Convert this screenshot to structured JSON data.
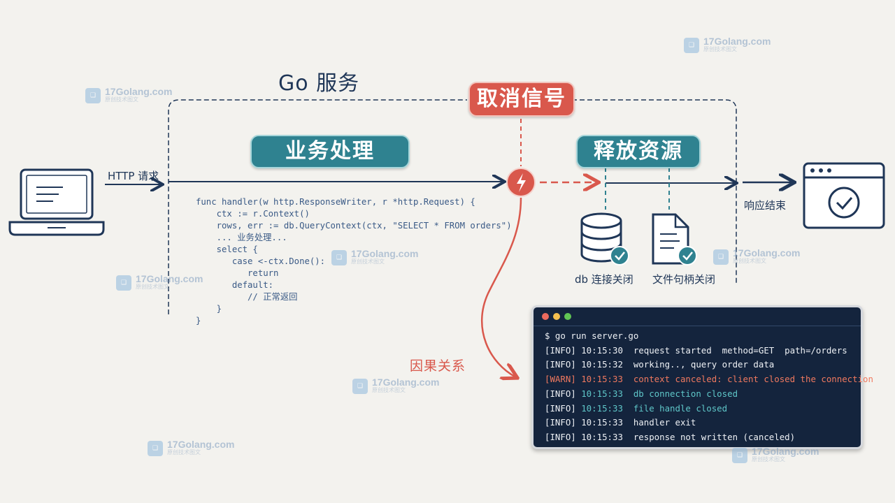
{
  "title": "Go 服务",
  "boxes": {
    "cancel_signal": "取消信号",
    "business": "业务处理",
    "release": "释放资源"
  },
  "labels": {
    "http_request": "HTTP 请求",
    "response_end": "响应结束",
    "db_closed": "db 连接关闭",
    "file_closed": "文件句柄关闭",
    "causality": "因果关系"
  },
  "code_lines": [
    "func handler(w http.ResponseWriter, r *http.Request) {",
    "    ctx := r.Context()",
    "    rows, err := db.QueryContext(ctx, \"SELECT * FROM orders\")",
    "    ... 业务处理...",
    "    select {",
    "       case <-ctx.Done():",
    "          return",
    "       default:",
    "          // 正常返回",
    "    }",
    "}"
  ],
  "terminal": {
    "prompt": "$ go run server.go",
    "logs": [
      {
        "level": "[INFO]",
        "time": "10:15:30",
        "msg": "request started  method=GET  path=/orders",
        "color": "#eef1f5",
        "tag_color": "#eef1f5"
      },
      {
        "level": "[INFO]",
        "time": "10:15:32",
        "msg": "working.., query order data",
        "color": "#eef1f5",
        "tag_color": "#eef1f5"
      },
      {
        "level": "[WARN]",
        "time": "10:15:33",
        "msg": "context canceled: client closed the connection",
        "color": "#f0795f",
        "tag_color": "#f0795f"
      },
      {
        "level": "[INFO]",
        "time": "10:15:33",
        "msg": "db connection closed",
        "color": "#5fc7c9",
        "tag_color": "#5fc7c9"
      },
      {
        "level": "[INFO]",
        "time": "10:15:33",
        "msg": "file handle closed",
        "color": "#5fc7c9",
        "tag_color": "#5fc7c9"
      },
      {
        "level": "[INFO]",
        "time": "10:15:33",
        "msg": "handler exit",
        "color": "#eef1f5",
        "tag_color": "#eef1f5"
      },
      {
        "level": "[INFO]",
        "time": "10:15:33",
        "msg": "response not written (canceled)",
        "color": "#eef1f5",
        "tag_color": "#eef1f5"
      }
    ],
    "dots": [
      "#ec6a5e",
      "#f4bf4f",
      "#61c554"
    ]
  },
  "watermark": {
    "main": "17Golang.com",
    "sub": "原创技术图文"
  },
  "colors": {
    "navy": "#1f3657",
    "red": "#d9584c",
    "teal": "#2f8290"
  },
  "icons": [
    "laptop-icon",
    "browser-check-icon",
    "database-icon",
    "document-icon",
    "lightning-icon",
    "check-badge-icon"
  ]
}
